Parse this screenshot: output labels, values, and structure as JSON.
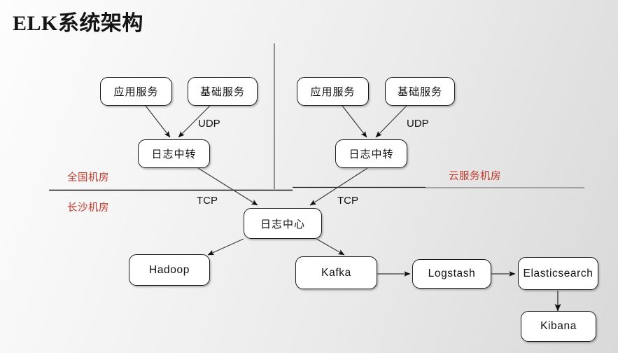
{
  "slide": {
    "title": "ELK系统架构",
    "background_start": "#fdfdfd",
    "background_end": "#d9d9d9",
    "accent_red": "#c0392b",
    "line_color": "#1b1b1b"
  },
  "nodes": {
    "left_app": "应用服务",
    "left_infra": "基础服务",
    "left_relay": "日志中转",
    "right_app": "应用服务",
    "right_infra": "基础服务",
    "right_relay": "日志中转",
    "log_center": "日志中心",
    "hadoop": "Hadoop",
    "kafka": "Kafka",
    "logstash": "Logstash",
    "elasticsearch": "Elasticsearch",
    "kibana": "Kibana"
  },
  "edge_labels": {
    "udp_left": "UDP",
    "udp_right": "UDP",
    "tcp_left": "TCP",
    "tcp_right": "TCP"
  },
  "zones": {
    "national": "全国机房",
    "changsha": "长沙机房",
    "cloud": "云服务机房"
  }
}
